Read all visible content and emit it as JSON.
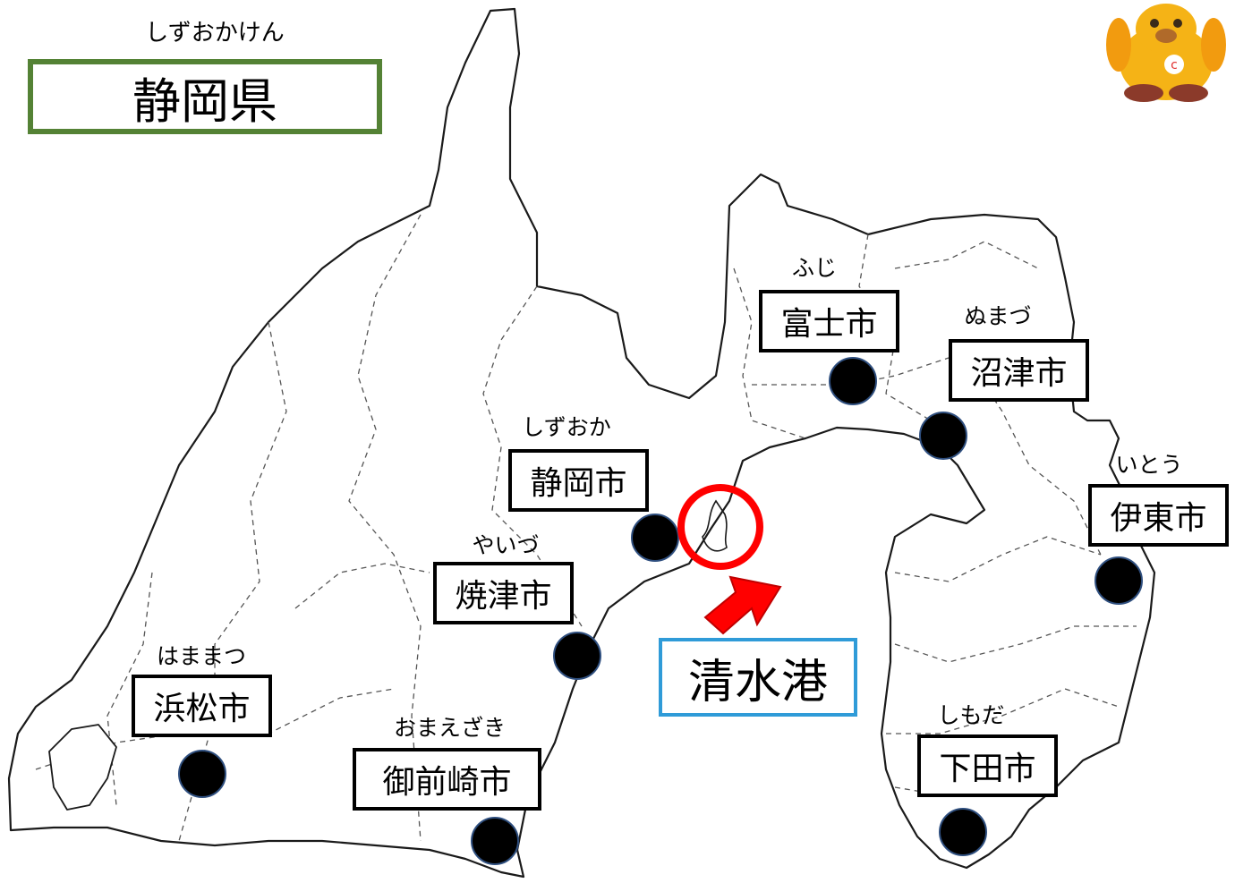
{
  "title": {
    "reading": "しずおかけん",
    "name": "静岡県",
    "border_color": "#548235"
  },
  "cities": [
    {
      "id": "fuji",
      "reading": "ふじ",
      "name": "富士市"
    },
    {
      "id": "numazu",
      "reading": "ぬまづ",
      "name": "沼津市"
    },
    {
      "id": "shizuoka",
      "reading": "しずおか",
      "name": "静岡市"
    },
    {
      "id": "yaizu",
      "reading": "やいづ",
      "name": "焼津市"
    },
    {
      "id": "ito",
      "reading": "いとう",
      "name": "伊東市"
    },
    {
      "id": "hamamatsu",
      "reading": "はままつ",
      "name": "浜松市"
    },
    {
      "id": "omaezaki",
      "reading": "おまえざき",
      "name": "御前崎市"
    },
    {
      "id": "shimoda",
      "reading": "しもだ",
      "name": "下田市"
    }
  ],
  "port": {
    "name": "清水港",
    "border_color": "#2f9bd8",
    "marker_color": "#ff0000"
  },
  "mascot": {
    "icon": "dog-mascot-icon",
    "body_color": "#f5b316"
  }
}
